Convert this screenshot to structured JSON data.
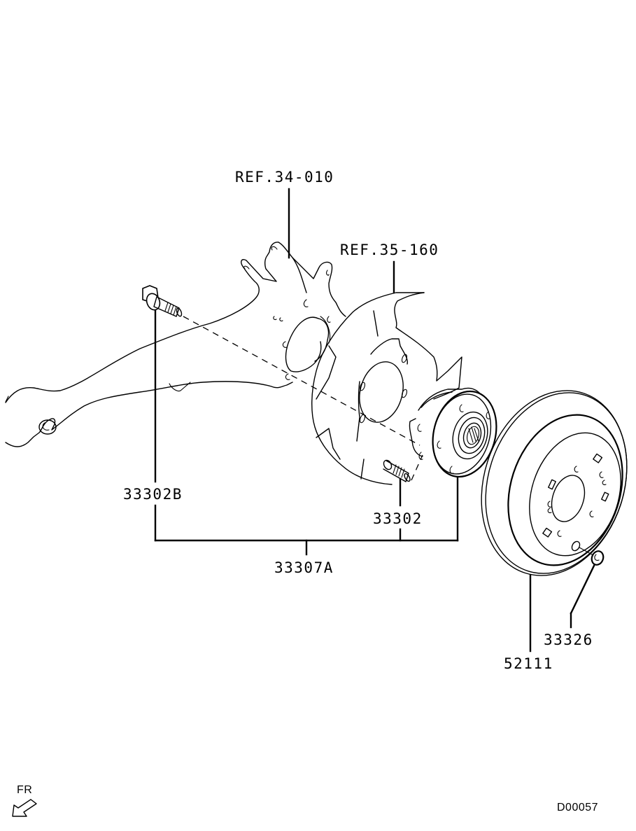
{
  "diagram": {
    "type": "exploded parts diagram",
    "subject": "Rear axle hub and brake disc assembly",
    "reference_labels": [
      {
        "id": "ref-34-010",
        "text": "REF.34-010",
        "points_to": "trailing arm / knuckle"
      },
      {
        "id": "ref-35-160",
        "text": "REF.35-160",
        "points_to": "brake dust shield"
      }
    ],
    "part_labels": [
      {
        "id": "33302B",
        "text": "33302B",
        "points_to": "hub bolt"
      },
      {
        "id": "33302",
        "text": "33302",
        "points_to": "hub stud"
      },
      {
        "id": "33307A",
        "text": "33307A",
        "points_to": "hub assembly group (bolt, stud, hub bearing)"
      },
      {
        "id": "52111",
        "text": "52111",
        "points_to": "rear brake disc"
      },
      {
        "id": "33326",
        "text": "33326",
        "points_to": "disc retaining screw"
      }
    ],
    "orientation": {
      "text": "FR",
      "icon": "front-direction-arrow-icon"
    },
    "diagram_code": "D00057"
  }
}
